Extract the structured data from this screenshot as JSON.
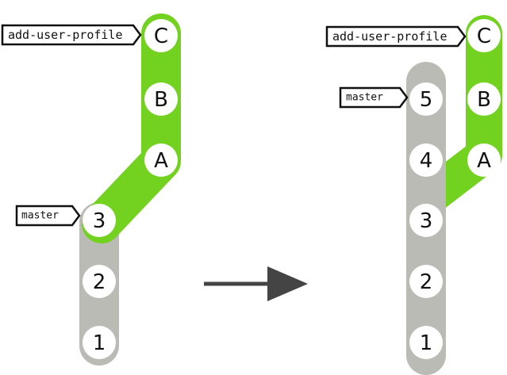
{
  "diagram": {
    "colors": {
      "master_branch": "#b9bbb4",
      "feature_branch": "#72d21f",
      "commit_node": "#ffffff",
      "arrow": "#444444",
      "tag_outline": "#111111"
    },
    "before": {
      "master_commits": [
        "1",
        "2",
        "3"
      ],
      "feature_commits": [
        "A",
        "B",
        "C"
      ],
      "master_tag": "master",
      "feature_tag": "add-user-profile"
    },
    "after": {
      "master_commits": [
        "1",
        "2",
        "3",
        "4",
        "5"
      ],
      "feature_commits": [
        "A",
        "B",
        "C"
      ],
      "master_tag": "master",
      "feature_tag": "add-user-profile"
    }
  }
}
